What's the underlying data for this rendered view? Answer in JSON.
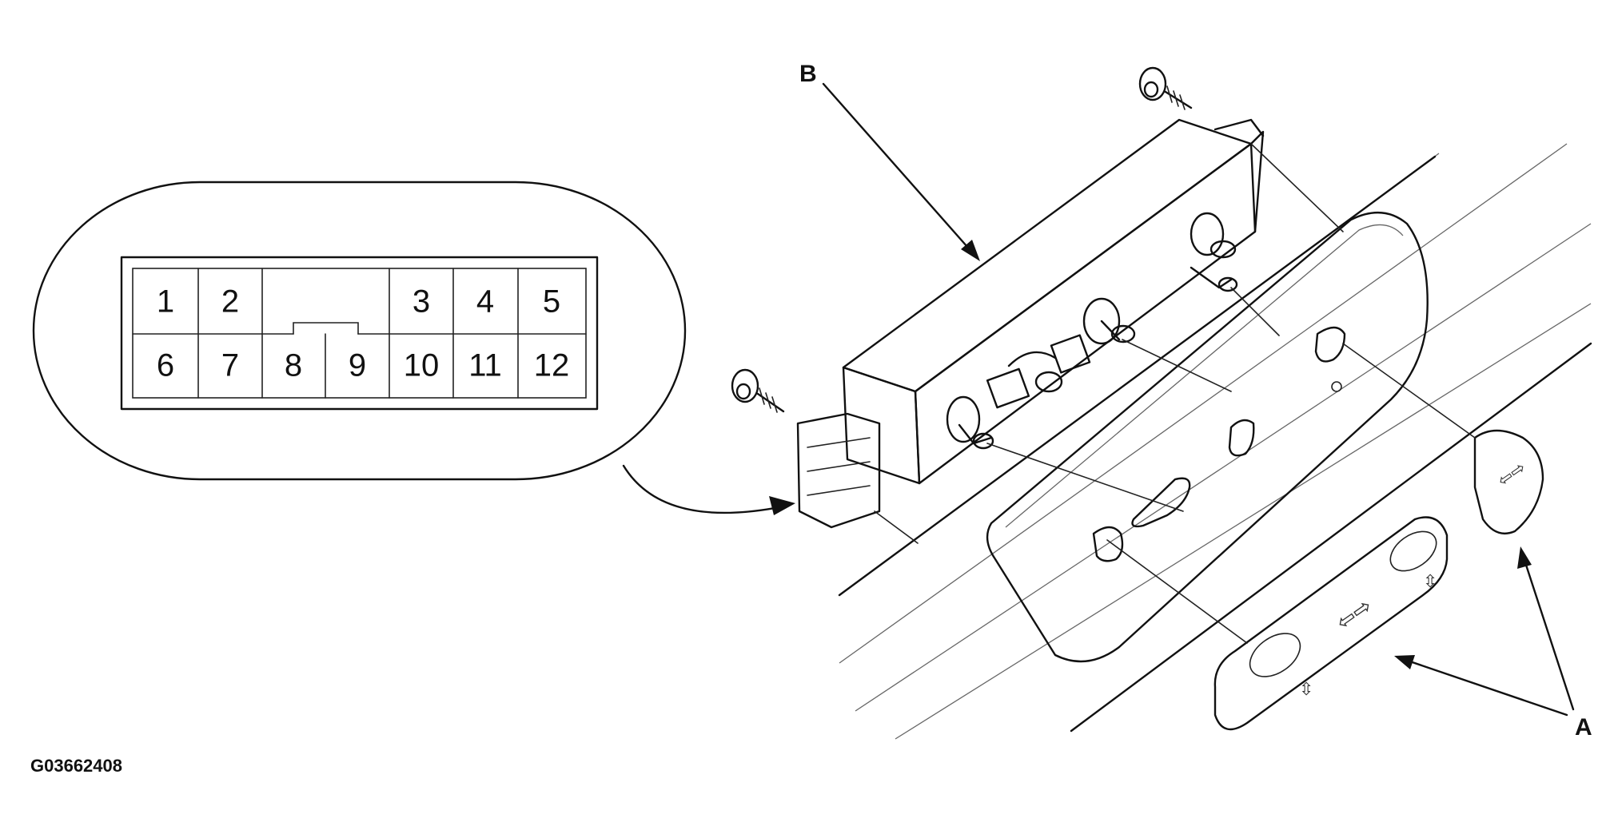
{
  "connector": {
    "pins": [
      "1",
      "2",
      "3",
      "4",
      "5",
      "6",
      "7",
      "8",
      "9",
      "10",
      "11",
      "12"
    ]
  },
  "labels": {
    "switch_assembly": "B",
    "knobs": "A"
  },
  "figure_code": "G03662408"
}
